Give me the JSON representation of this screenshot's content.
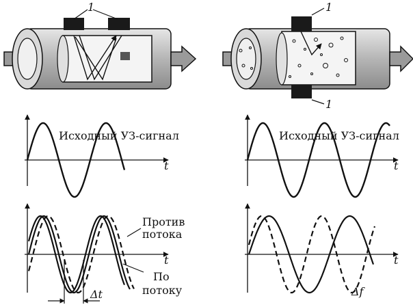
{
  "labels": {
    "transducer_num": "1",
    "source_signal": "Исходный УЗ-сигнал",
    "time_axis": "t",
    "against_flow_line1": "Против",
    "against_flow_line2": "потока",
    "with_flow_line1": "По",
    "with_flow_line2": "потоку",
    "delta_t": "Δt",
    "delta_f": "Δf"
  },
  "colors": {
    "ink": "#111111",
    "pipe_fill": "#c9c9c9",
    "pipe_inner": "#f2f2f2",
    "transducer": "#1a1a1a",
    "arrow_fill": "#9a9a9a"
  }
}
